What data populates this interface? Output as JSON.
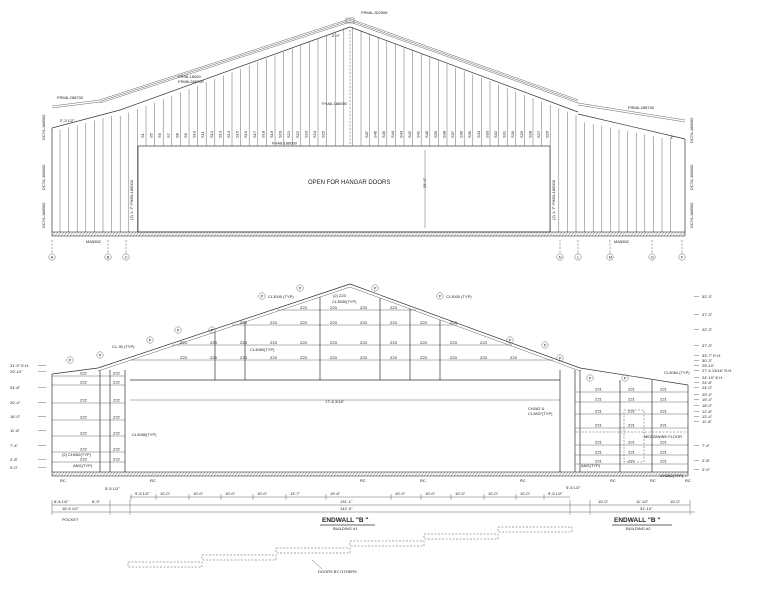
{
  "sidewall": {
    "ridge_label": "FRMA-JD2506",
    "ridge_dim": "2'-0\"",
    "left_roof_labels": [
      "FRS6-18000",
      "FRM6-288700"
    ],
    "left_wing_label": "FRMA-288700",
    "right_wing_label": "FRMA-288700",
    "left_dim": "2'-3 1/2\"",
    "right_dim": "4\"",
    "header_label": "FHA6-186000",
    "center_label": "FHA6-186000",
    "opening_label": "OPEN FOR HANGAR DOORS",
    "opening_height": "25'-0\"",
    "left_jamb_label": "(2) 1'-7\" FHB0-186000",
    "right_jamb_label": "(2) 1'-7\" FHB0-186000",
    "left_column_labels": [
      "DC7A-188000",
      "DC7A-188000",
      "DC7A-188000"
    ],
    "right_column_labels": [
      "DC7A-188000",
      "DC7A-188000",
      "DC7A-188000"
    ],
    "left_base_label": "MA5552",
    "right_base_label": "MA5552",
    "panels_left": [
      "S1",
      "S5",
      "S6",
      "S7",
      "S8",
      "S9",
      "S10",
      "S11",
      "S12",
      "S13",
      "S14",
      "S15",
      "S16",
      "S17",
      "S18",
      "S19",
      "S20",
      "S21",
      "S22",
      "S23",
      "S24",
      "S25"
    ],
    "panels_right": [
      "S47",
      "S46",
      "S45",
      "S44",
      "S43",
      "S42",
      "S41",
      "S40",
      "S39",
      "S38",
      "S37",
      "S36",
      "S35",
      "S34",
      "S33",
      "S32",
      "S31",
      "S30",
      "S29",
      "S28",
      "S27",
      "S26"
    ],
    "grid_lines": [
      "A",
      "B",
      "C",
      "N",
      "L",
      "M",
      "G",
      "F"
    ]
  },
  "endwall": {
    "elevations_right": [
      "52'-3\"",
      "47'-3\"",
      "42'-3\"",
      "37'-3\"",
      "33'-7\" E.H.",
      "30'-3\"",
      "29'-10\"",
      "27'-5 13/16\" R.H.",
      "24'-10\" E.H.",
      "24'-8\"",
      "24'-0\"",
      "20'-4\"",
      "19'-4\"",
      "16'-0\"",
      "12'-8\"",
      "12'-4\"",
      "11'-8\"",
      "7'-4\"",
      "2'-8\"",
      "0'-0\""
    ],
    "mezzanine_label": "MEZZANINE FLOOR",
    "elevations_left": [
      "31'-0\" E.H.",
      "29'-10\"",
      "24'-8\"",
      "20'-4\"",
      "16'-0\"",
      "11'-8\"",
      "7'-4\"",
      "2'-8\"",
      "0'-0\""
    ],
    "girt_label_left": "Z22",
    "girt_label_right": "Z21",
    "girt_label_main": "Z23",
    "left_notes": [
      "(2) CH262(TYP)",
      "CL3085(TYP)",
      "ANG(TYP)",
      "CL-30 (TYP)"
    ],
    "right_notes": [
      "CH262 &",
      "CL3837(TYP)",
      "CL3084 (TYP)",
      "CHZ62(TYP)",
      "ANG(TYP)"
    ],
    "top_notes": [
      "CL3000 (TYP)",
      "CL3000 (TYP)",
      "(2) Z23",
      "CL3830(TYP)",
      "CL3080(TYP)"
    ],
    "door_opening": "17'-8 3/16\"",
    "base_note": "RC"
  },
  "dimensions": {
    "row1": [
      "9'-5 1/2\"",
      "10'-0\"",
      "10'-0\"",
      "10'-0\"",
      "10'-0\"",
      "13'-7\"",
      "19'-6\"",
      "10'-0\"",
      "10'-0\"",
      "10'-0\"",
      "10'-0\"",
      "10'-0\"",
      "9'-5 1/2\""
    ],
    "row1_left": [
      "5'-5 1/2\""
    ],
    "row1_right": [
      "5'-5 1/2\""
    ],
    "row2": [
      "8'-6 1/2\"",
      "8'-9\"",
      "131'-1\"",
      "10'-0\"",
      "11'-10\"",
      "10'-0\""
    ],
    "row3": [
      "16'-5 1/2\"",
      "142'-0\"",
      "31'-10\""
    ],
    "pocket": "POCKET"
  },
  "titles": {
    "endwall1": "ENDWALL \"B \"",
    "building1": "BUILDING #1",
    "endwall2": "ENDWALL \"B \"",
    "building2": "BUILDING #2"
  },
  "doors_label": "DOORS BY OTHERS"
}
